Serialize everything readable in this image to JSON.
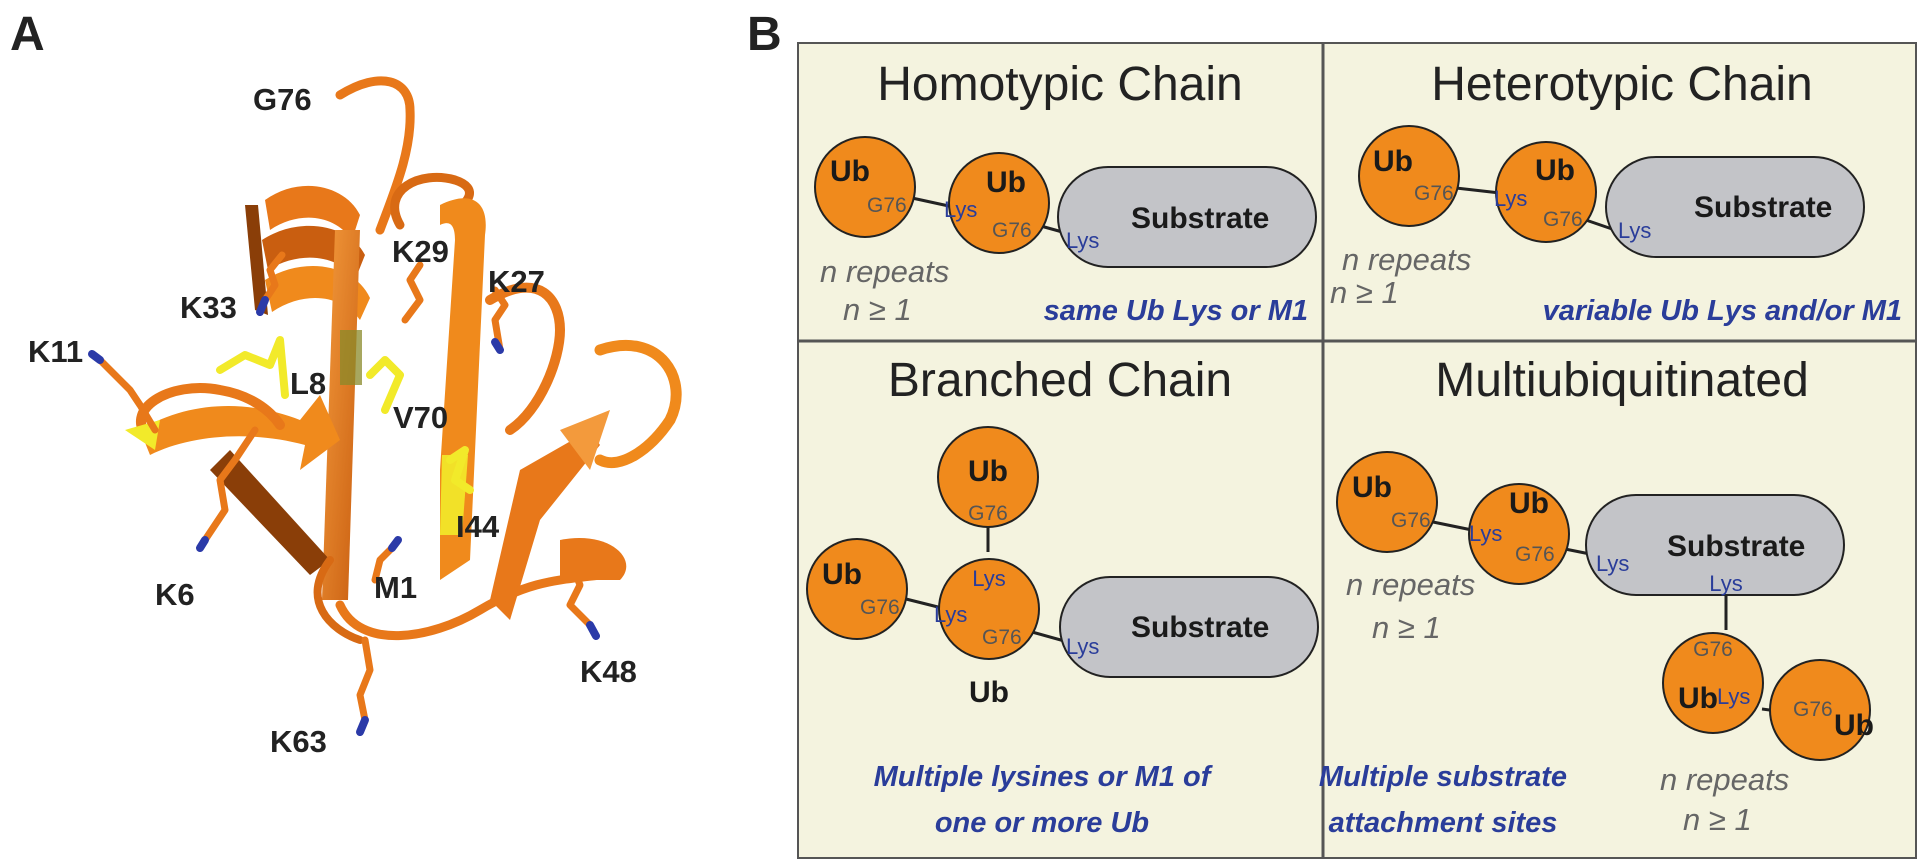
{
  "colors": {
    "ubiquitin_fill": "#f08a1c",
    "substrate_fill": "#c3c4c8",
    "panel_bg": "#f4f3df",
    "lysine_text": "#2a3d9a",
    "hydrophobic_patch": "#f2ea2a",
    "ribbon_orange": "#e8781a",
    "nitrogen_blue": "#2b3aa8"
  },
  "panel_a": {
    "letter": "A",
    "residues": [
      "G76",
      "K29",
      "K27",
      "K33",
      "K11",
      "L8",
      "V70",
      "I44",
      "K6",
      "M1",
      "K48",
      "K63"
    ]
  },
  "panel_b": {
    "letter": "B",
    "homotypic": {
      "title": "Homotypic Chain",
      "ub1": "Ub",
      "ub1_g76": "G76",
      "ub2": "Ub",
      "ub2_lys": "Lys",
      "ub2_g76": "G76",
      "sub_lys": "Lys",
      "substrate": "Substrate",
      "repeat1": "n repeats",
      "repeat2": "n ≥ 1",
      "caption": "same Ub Lys or M1"
    },
    "heterotypic": {
      "title": "Heterotypic Chain",
      "ub1": "Ub",
      "ub1_g76": "G76",
      "ub2": "Ub",
      "ub2_lys": "Lys",
      "ub2_g76": "G76",
      "sub_lys": "Lys",
      "substrate": "Substrate",
      "repeat1": "n repeats",
      "repeat2": "n ≥ 1",
      "caption": "variable Ub Lys and/or M1"
    },
    "branched": {
      "title": "Branched Chain",
      "ub_top": "Ub",
      "ub_top_g76": "G76",
      "ub_left": "Ub",
      "ub_left_g76": "G76",
      "center_lys_top": "Lys",
      "center_lys_left": "Lys",
      "center_g76": "G76",
      "center_label": "Ub",
      "sub_lys": "Lys",
      "substrate": "Substrate",
      "caption1": "Multiple lysines or M1 of",
      "caption2": "one or more Ub"
    },
    "multi": {
      "title": "Multiubiquitinated",
      "ub1": "Ub",
      "ub1_g76": "G76",
      "ub2": "Ub",
      "ub2_lys": "Lys",
      "ub2_g76": "G76",
      "sub_lys1": "Lys",
      "substrate": "Substrate",
      "sub_lys2": "Lys",
      "repeat1": "n repeats",
      "repeat2": "n ≥ 1",
      "ub3_g76": "G76",
      "ub3": "Ub",
      "ub3_lys": "Lys",
      "ub4_g76": "G76",
      "ub4": "Ub",
      "repeat3": "n repeats",
      "repeat4": "n ≥ 1",
      "caption1": "Multiple substrate",
      "caption2": "attachment sites"
    }
  }
}
